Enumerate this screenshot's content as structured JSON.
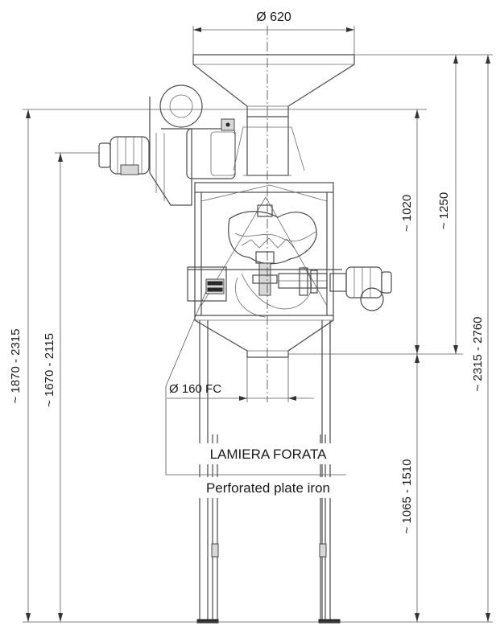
{
  "diagram": {
    "dimensions": {
      "top_diameter": "Ø 620",
      "outlet_diameter": "Ø 160 FC",
      "height_1020": "~ 1020",
      "height_1250": "~ 1250",
      "height_1065_1510": "~ 1065 - 1510",
      "height_1670_2115": "~ 1670 - 2115",
      "height_1870_2315": "~ 1870 - 2315",
      "height_2315_2760": "~ 2315 - 2760"
    },
    "callout": {
      "label_it": "LAMIERA FORATA",
      "label_en": "Perforated plate iron"
    }
  }
}
